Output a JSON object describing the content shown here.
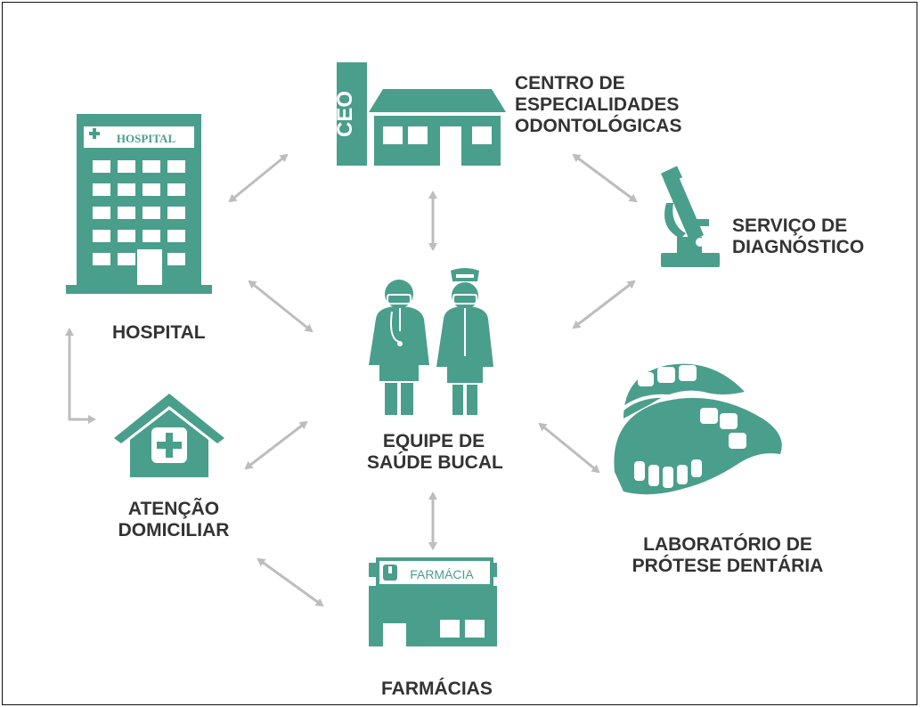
{
  "colors": {
    "teal": "#4a9e8c",
    "arrow": "#bdbdbd",
    "text": "#333333",
    "frame": "#111111"
  },
  "nodes": {
    "ceo": {
      "label_lines": [
        "CENTRO DE",
        "ESPECIALIDADES",
        "ODONTOLÓGICAS"
      ],
      "sign": "CEO",
      "icon": "dental-specialty-building-icon"
    },
    "hospital": {
      "label": "HOSPITAL",
      "sign": "HOSPITAL",
      "icon": "hospital-building-icon"
    },
    "diagnostico": {
      "label_lines": [
        "SERVIÇO DE",
        "DIAGNÓSTICO"
      ],
      "icon": "microscope-icon"
    },
    "equipe": {
      "label_lines": [
        "EQUIPE DE",
        "SAÚDE BUCAL"
      ],
      "icon": "dental-team-icon"
    },
    "laboratorio": {
      "label_lines": [
        "LABORATÓRIO DE",
        "PRÓTESE DENTÁRIA"
      ],
      "icon": "denture-icon"
    },
    "atencao": {
      "label_lines": [
        "ATENÇÃO",
        "DOMICILIAR"
      ],
      "icon": "home-care-house-icon"
    },
    "farmacias": {
      "label": "FARMÁCIAS",
      "sign": "FARMÁCIA",
      "icon": "pharmacy-store-icon"
    }
  },
  "connections": [
    [
      "hospital",
      "ceo"
    ],
    [
      "ceo",
      "equipe"
    ],
    [
      "ceo",
      "diagnostico"
    ],
    [
      "hospital",
      "equipe"
    ],
    [
      "diagnostico",
      "equipe"
    ],
    [
      "hospital",
      "atencao"
    ],
    [
      "atencao",
      "equipe"
    ],
    [
      "equipe",
      "laboratorio"
    ],
    [
      "equipe",
      "farmacias"
    ],
    [
      "atencao",
      "farmacias"
    ]
  ]
}
